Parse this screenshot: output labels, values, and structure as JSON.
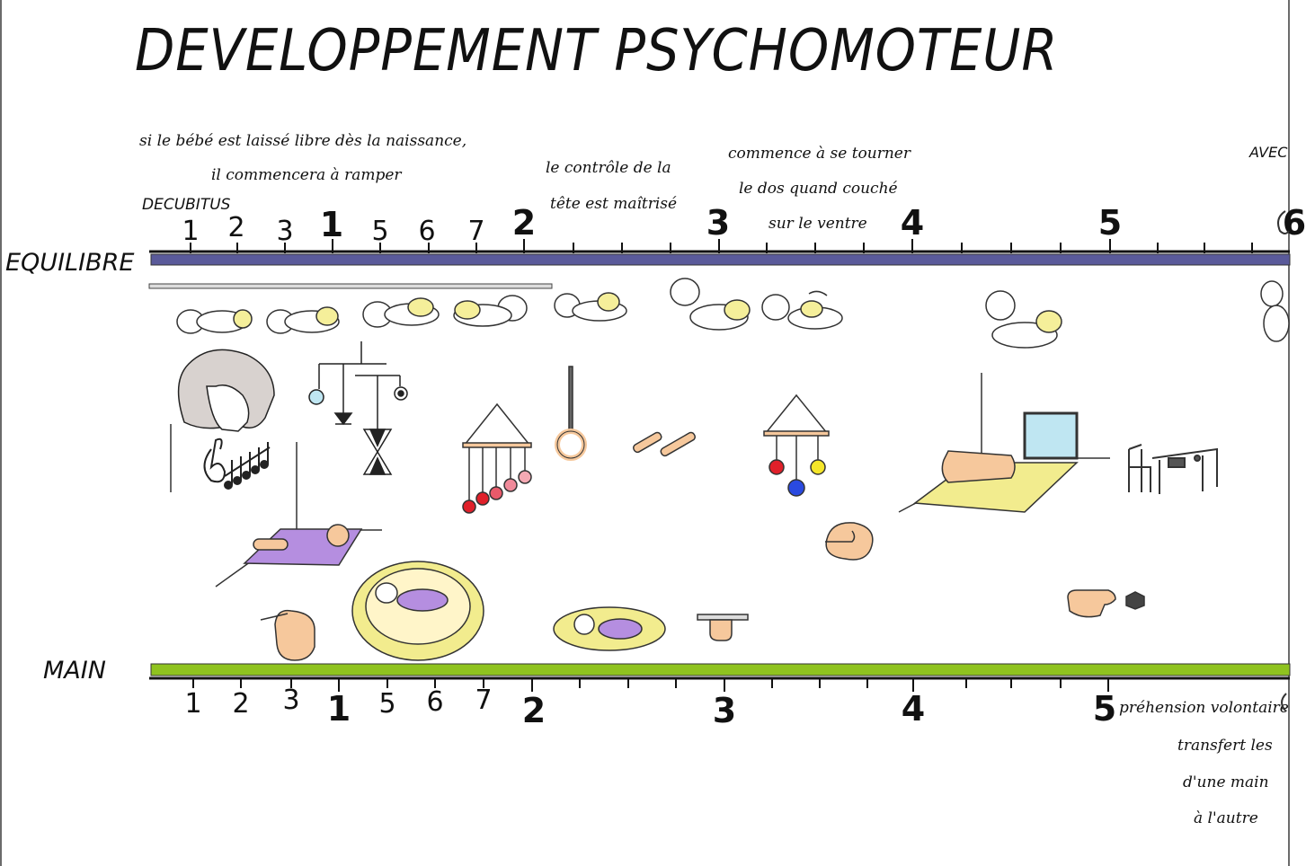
{
  "title": "DEVELOPPEMENT PSYCHOMOTEUR",
  "notes": {
    "top_left_line1": "si le bébé est laissé libre dès la naissance,",
    "top_left_line2": "il commencera à ramper",
    "head_control_line1": "le contrôle de la",
    "head_control_line2": "tête est maîtrisé",
    "roll_line1": "commence à se tourner",
    "roll_line2": "le dos quand couché",
    "roll_line3": "sur le ventre",
    "right_cut": "AVEC",
    "prehension_line1": "préhension volontaire",
    "prehension_line2": "transfert les",
    "prehension_line3": "d'une main",
    "prehension_line4": "à l'autre"
  },
  "labels": {
    "decubitus": "DECUBITUS",
    "equilibre": "EQUILIBRE",
    "main": "MAIN"
  },
  "top_scale": [
    "1",
    "2",
    "3",
    "1",
    "5",
    "6",
    "7",
    "2",
    "3",
    "4",
    "5",
    "6"
  ],
  "bottom_scale": [
    "1",
    "2",
    "3",
    "1",
    "5",
    "6",
    "7",
    "2",
    "3",
    "4",
    "5"
  ],
  "colors": {
    "equilibre_bar": "#5a5a9a",
    "main_bar": "#8fc31f",
    "baby_diaper": "#f5ef9a",
    "mat_purple": "#b58ee0",
    "mat_yellow": "#f2ec8e",
    "skin": "#f6c89c",
    "red": "#e0202a",
    "blue": "#2a4ae0",
    "yellow": "#f5e62a",
    "pink": "#f08a9a",
    "screen_blue": "#bfe6f2"
  },
  "icons": [
    "baby-crawling-icon",
    "mother-face-icon",
    "music-notes-icon",
    "hanging-mobile-icon",
    "bead-mobile-icon",
    "ring-icon",
    "rattle-sticks-icon",
    "ball-mobile-icon",
    "mat-with-mirror-icon",
    "chair-table-icon",
    "purple-mat-icon",
    "baby-basket-icon",
    "baby-in-basket-icon",
    "hand-grasp-icon",
    "hand-bar-icon",
    "hand-block-icon",
    "puzzle-ball-icon"
  ]
}
